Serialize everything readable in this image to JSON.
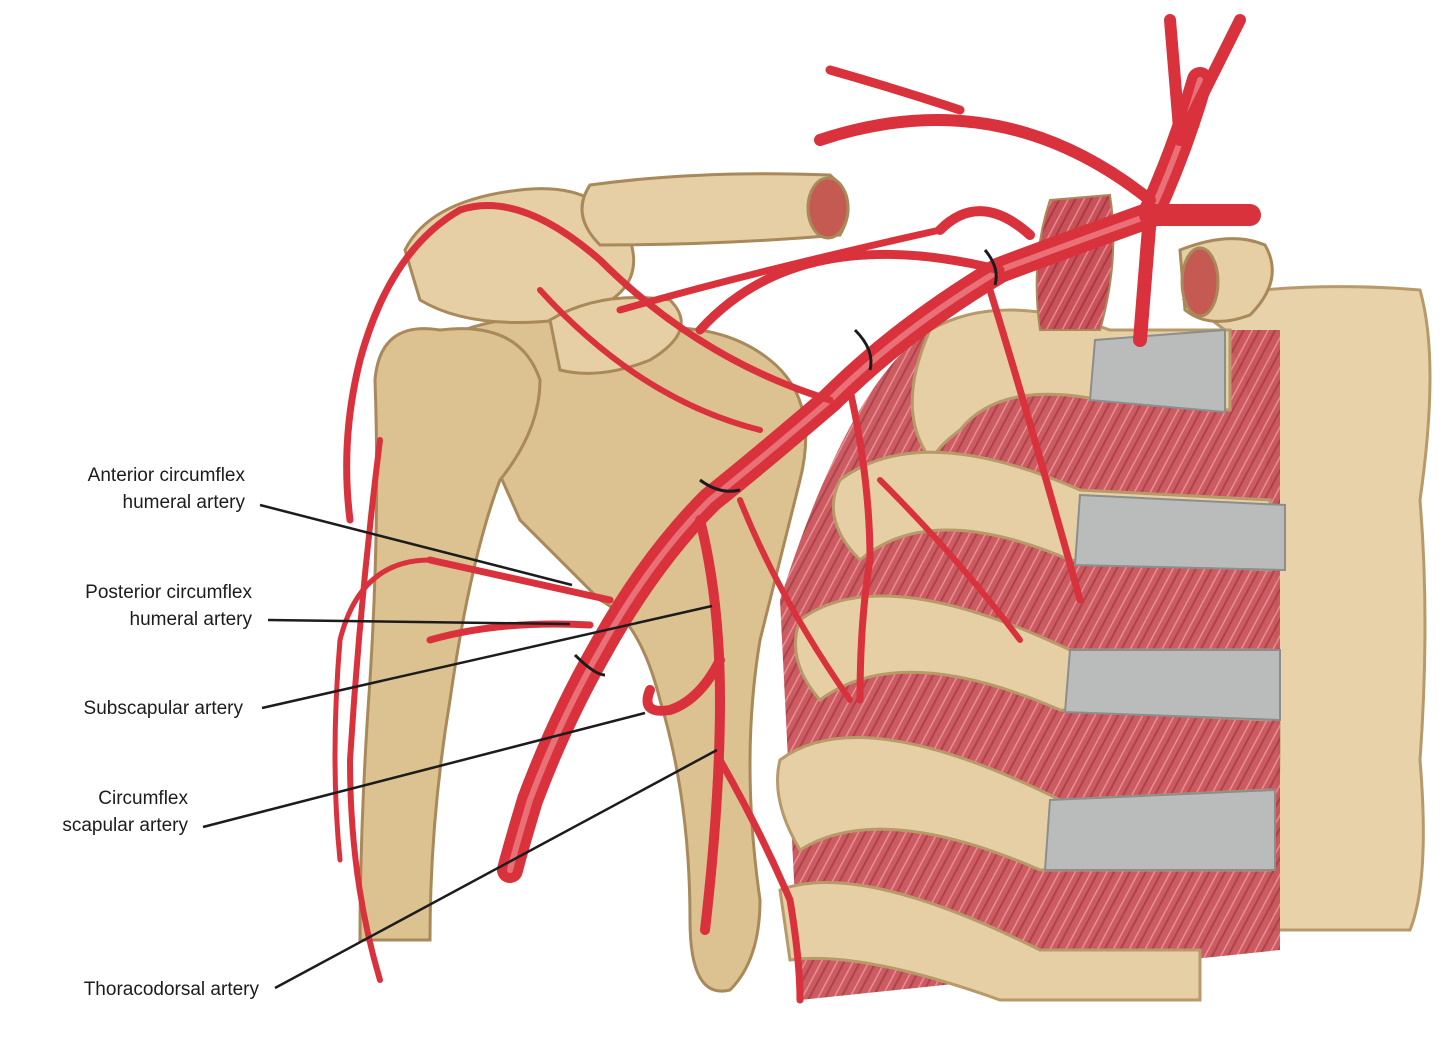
{
  "labels": {
    "anterior_circumflex": {
      "line1": "Anterior circumflex",
      "line2": "humeral artery"
    },
    "posterior_circumflex": {
      "line1": "Posterior circumflex",
      "line2": "humeral artery"
    },
    "subscapular": {
      "line1": "Subscapular artery"
    },
    "circumflex_scapular": {
      "line1": "Circumflex",
      "line2": "scapular artery"
    },
    "thoracodorsal": {
      "line1": "Thoracodorsal artery"
    }
  },
  "colors": {
    "artery": "#d9323d",
    "artery_highlight": "#f08a8f",
    "bone": "#e6cfa4",
    "bone_shadow": "#b89a6a",
    "muscle": "#c9525a",
    "cartilage": "#b9bcbb",
    "leader_line": "#1c1c1c"
  }
}
